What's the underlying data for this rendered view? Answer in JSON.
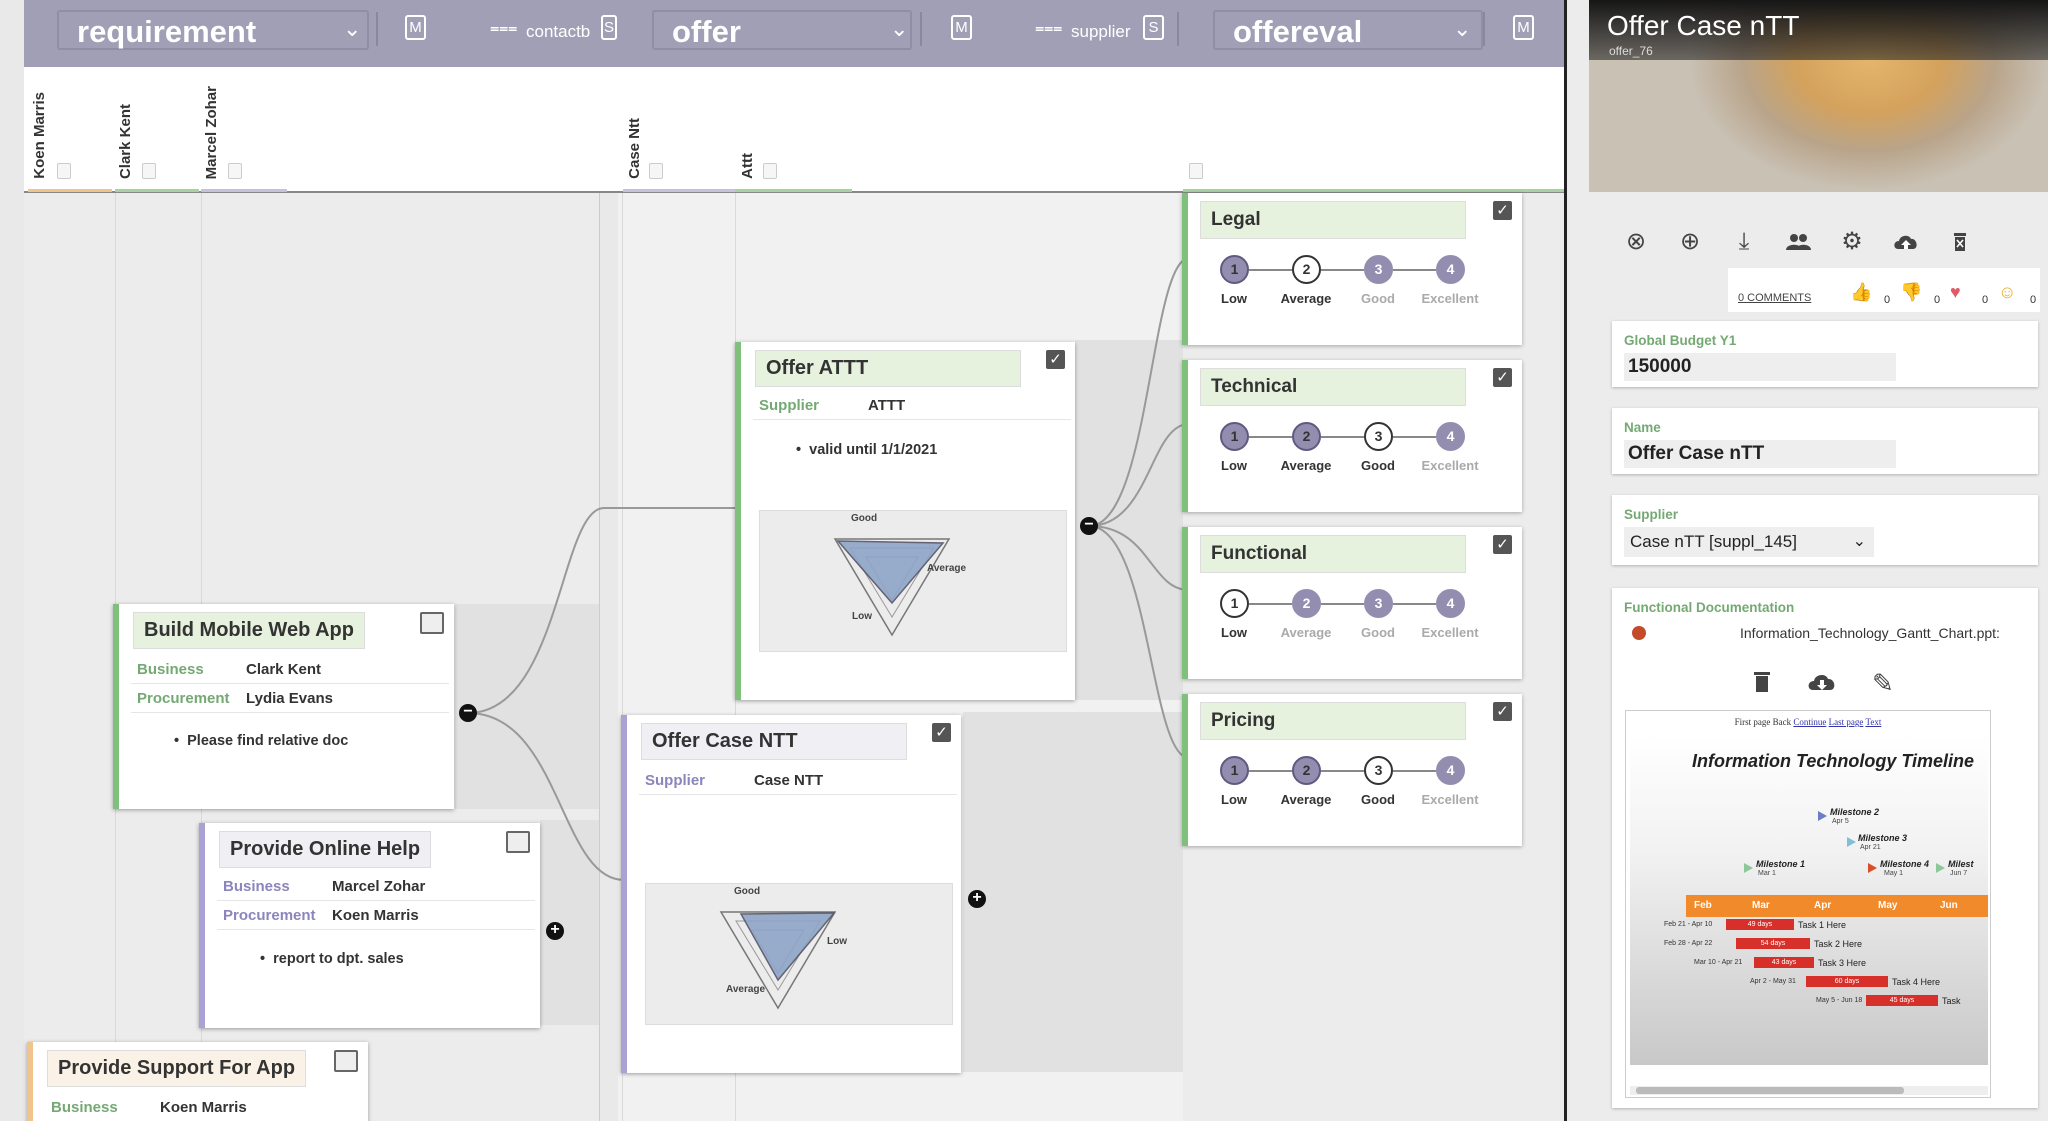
{
  "columns": {
    "requirement": {
      "title": "requirement",
      "btn_m": "M",
      "btn_s": "S",
      "filter_label": "contactb"
    },
    "offer": {
      "title": "offer",
      "btn_m": "M",
      "btn_s": "S",
      "filter_label": "supplier"
    },
    "offereval": {
      "title": "offereval",
      "btn_m": "M"
    }
  },
  "people_requirement": [
    "Koen Marris",
    "Clark Kent",
    "Marcel Zohar"
  ],
  "people_offer": [
    "Case Ntt",
    "Attt"
  ],
  "cards": {
    "build": {
      "title": "Build Mobile Web App",
      "rows": [
        {
          "k": "Business",
          "v": "Clark Kent"
        },
        {
          "k": "Procurement",
          "v": "Lydia Evans"
        }
      ],
      "bullet": "Please find relative doc"
    },
    "help": {
      "title": "Provide Online Help",
      "rows": [
        {
          "k": "Business",
          "v": "Marcel Zohar"
        },
        {
          "k": "Procurement",
          "v": "Koen Marris"
        }
      ],
      "bullet": "report to dpt. sales"
    },
    "support": {
      "title": "Provide Support For App",
      "rows": [
        {
          "k": "Business",
          "v": "Koen Marris"
        }
      ]
    },
    "offer_attt": {
      "title": "Offer ATTT",
      "rows": [
        {
          "k": "Supplier",
          "v": "ATTT"
        }
      ],
      "bullet": "valid until 1/1/2021",
      "radar": {
        "top": "Good",
        "right": "Average",
        "left": "Low"
      }
    },
    "offer_ntt": {
      "title": "Offer Case NTT",
      "rows": [
        {
          "k": "Supplier",
          "v": "Case NTT"
        }
      ],
      "radar": {
        "top": "Good",
        "right": "Low",
        "left": "Average"
      }
    }
  },
  "evaluations": [
    {
      "title": "Legal",
      "scale": [
        "Low",
        "Average",
        "Good",
        "Excellent"
      ],
      "selected": 1
    },
    {
      "title": "Technical",
      "scale": [
        "Low",
        "Average",
        "Good",
        "Excellent"
      ],
      "selected": 2
    },
    {
      "title": "Functional",
      "scale": [
        "Low",
        "Average",
        "Good",
        "Excellent"
      ],
      "selected": 0
    },
    {
      "title": "Pricing",
      "scale": [
        "Low",
        "Average",
        "Good",
        "Excellent"
      ],
      "selected": 2
    }
  ],
  "step_numbers": [
    "1",
    "2",
    "3",
    "4"
  ],
  "panel": {
    "title": "Offer Case nTT",
    "subtitle": "offer_76",
    "comments_link": "0 COMMENTS",
    "reactions": [
      {
        "icon": "thumbs-up-icon",
        "count": "0"
      },
      {
        "icon": "thumbs-down-icon",
        "count": "0"
      },
      {
        "icon": "heart-icon",
        "count": "0"
      },
      {
        "icon": "smiley-icon",
        "count": "0"
      }
    ],
    "budget": {
      "label": "Global Budget Y1",
      "value": "150000"
    },
    "name": {
      "label": "Name",
      "value": "Offer Case nTT"
    },
    "supplier": {
      "label": "Supplier",
      "value": "Case nTT [suppl_145]"
    },
    "doc": {
      "label": "Functional Documentation",
      "filename": "Information_Technology_Gantt_Chart.ppt:",
      "preview": {
        "nav": [
          "First page",
          "Back",
          "Continue",
          "Last page",
          "Text"
        ],
        "title": "Information Technology Timeline",
        "milestones": [
          {
            "name": "Milestone 2",
            "date": "Apr 5"
          },
          {
            "name": "Milestone 3",
            "date": "Apr 21"
          },
          {
            "name": "Milestone 1",
            "date": "Mar 1"
          },
          {
            "name": "Milestone 4",
            "date": "May 1"
          },
          {
            "name": "Milest",
            "date": "Jun 7"
          }
        ],
        "months": [
          "Feb",
          "Mar",
          "Apr",
          "May",
          "Jun"
        ],
        "tasks": [
          {
            "range": "Feb 21 - Apr 10",
            "days": "49 days",
            "name": "Task 1 Here"
          },
          {
            "range": "Feb 28 - Apr 22",
            "days": "54 days",
            "name": "Task 2 Here"
          },
          {
            "range": "Mar 10 - Apr 21",
            "days": "43 days",
            "name": "Task 3 Here"
          },
          {
            "range": "Apr 2 - May 31",
            "days": "60 days",
            "name": "Task 4 Here"
          },
          {
            "range": "May 5 - Jun 18",
            "days": "45 days",
            "name": "Task"
          }
        ]
      }
    }
  },
  "colors": {
    "header": "#a19fb6",
    "green_accent": "#7fc07c",
    "purple_accent": "#a9a2d3",
    "orange_accent": "#f2c48d",
    "label_green": "#75a974"
  }
}
